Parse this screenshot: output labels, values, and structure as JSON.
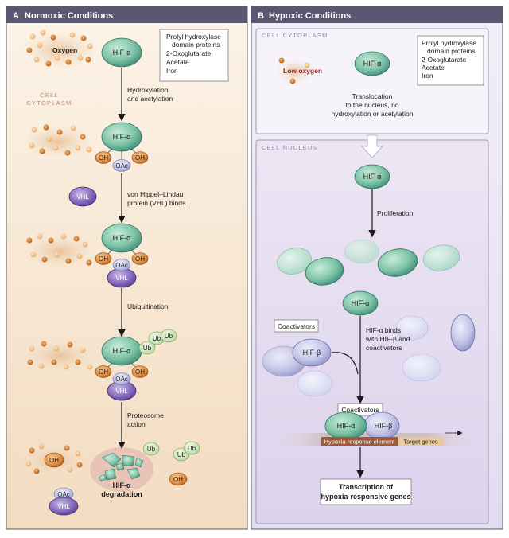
{
  "panel_a": {
    "header_letter": "A",
    "header_title": "Normoxic Conditions",
    "section_cytoplasm": [
      "CELL",
      "CYTOPLASM"
    ],
    "oxygen_label": "Oxygen",
    "hif_alpha": "HIF-α",
    "cofactors": [
      "Prolyl hydroxylase",
      "domain proteins",
      "2-Oxoglutarate",
      "Acetate",
      "Iron"
    ],
    "step1": [
      "Hydroxylation",
      "and acetylation"
    ],
    "oh": "OH",
    "oac": "OAc",
    "vhl": "VHL",
    "ub": "Ub",
    "step2": [
      "von Hippel–Lindau",
      "protein (VHL) binds"
    ],
    "step3": "Ubiquitination",
    "step4": [
      "Proteosome",
      "action"
    ],
    "degradation": [
      "HIF-α",
      "degradation"
    ]
  },
  "panel_b": {
    "header_letter": "B",
    "header_title": "Hypoxic Conditions",
    "section_cytoplasm": "CELL CYTOPLASM",
    "section_nucleus": "CELL NUCLEUS",
    "low_oxygen": "Low oxygen",
    "hif_alpha": "HIF-α",
    "hif_beta": "HIF-β",
    "cofactors": [
      "Prolyl hydroxylase",
      "domain proteins",
      "2-Oxoglutarate",
      "Acetate",
      "Iron"
    ],
    "translocation": [
      "Translocation",
      "to the nucleus, no",
      "hydroxylation or acetylation"
    ],
    "proliferation": "Proliferation",
    "binds": [
      "HIF-α binds",
      "with HIF-β and",
      "coactivators"
    ],
    "coactivators": "Coactivators",
    "hre": "Hypoxia response element",
    "target_genes": "Target genes",
    "transcription": [
      "Transcription of",
      "hypoxia-responsive genes"
    ]
  }
}
